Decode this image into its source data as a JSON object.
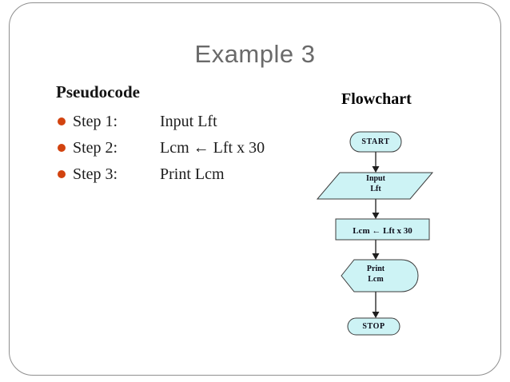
{
  "slide": {
    "title": "Example 3",
    "pseudocode": {
      "heading": "Pseudocode",
      "steps": [
        {
          "label": "Step 1:",
          "text": "Input Lft"
        },
        {
          "label": "Step 2:",
          "text": "Lcm ← Lft x 30"
        },
        {
          "label": "Step 3:",
          "text": "Print Lcm"
        }
      ]
    },
    "flowchart": {
      "heading": "Flowchart",
      "nodes": {
        "start": "START",
        "input": [
          "Input",
          "Lft"
        ],
        "process": "Lcm ← Lft x 30",
        "print": [
          "Print",
          "Lcm"
        ],
        "stop": "STOP"
      }
    },
    "colors": {
      "shape_fill": "#cdf3f5",
      "shape_border": "#3c3c3c",
      "arrow": "#2b2b2b",
      "bullet": "#d2430f",
      "title_text": "#6a6a6a",
      "body_text": "#1d1d1d",
      "slide_border": "#8f8f8f"
    }
  }
}
